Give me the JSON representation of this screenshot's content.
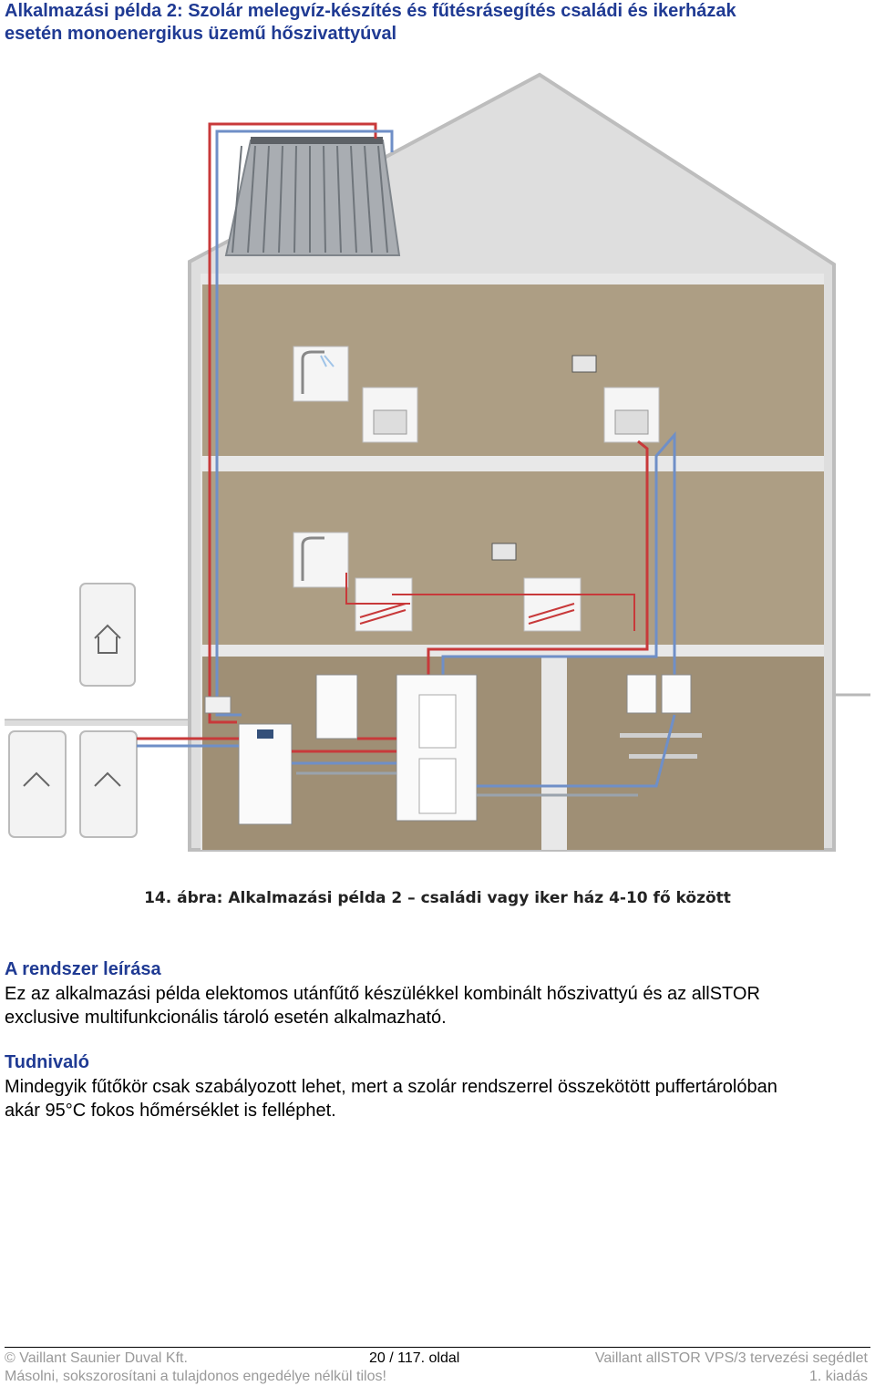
{
  "heading": {
    "line1": "Alkalmazási példa 2: Szolár melegvíz-készítés és fűtésrásegítés családi és ikerházak",
    "line2": "esetén monoenergikus üzemű hőszivattyúval"
  },
  "figure": {
    "caption": "14. ábra: Alkalmazási példa 2 – családi vagy iker ház 4-10 fő között"
  },
  "section1": {
    "title": "A rendszer leírása",
    "line1": "Ez az alkalmazási példa elektomos utánfűtő készülékkel kombinált hőszivattyú és az allSTOR",
    "line2": "exclusive multifunkcionális tároló esetén alkalmazható."
  },
  "section2": {
    "title": "Tudnivaló",
    "line1": "Mindegyik fűtőkör csak szabályozott lehet, mert a szolár rendszerrel összekötött puffertárolóban",
    "line2": "akár 95°C fokos hőmérséklet is felléphet."
  },
  "footer": {
    "left1": "© Vaillant Saunier Duval Kft.",
    "center": "20 / 117. oldal",
    "right1": "Vaillant allSTOR VPS/3 tervezési segédlet",
    "left2": "Másolni, sokszorosítani a tulajdonos engedélye nélkül tilos!",
    "right2": "1. kiadás"
  },
  "colors": {
    "heading": "#1f3a93",
    "wall": "#c9c9c9",
    "room": "#ad9e84",
    "pipe_hot": "#c8393a",
    "pipe_cold": "#6f8fc7"
  }
}
